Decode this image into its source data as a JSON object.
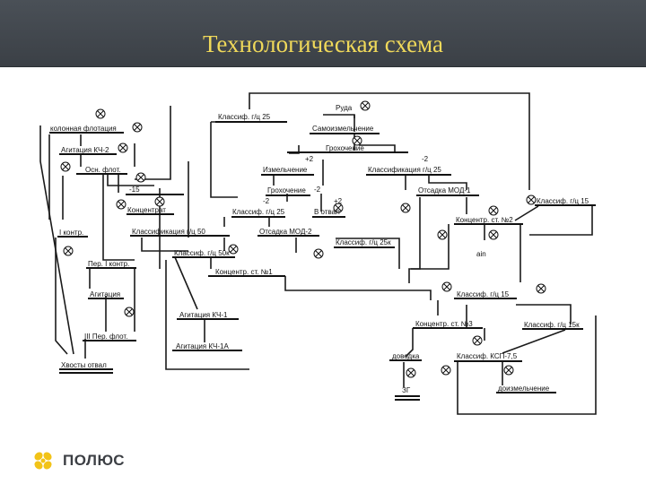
{
  "slide": {
    "title": "Технологическая схема"
  },
  "logo": {
    "text": "ПОЛЮС",
    "color": "#f2c318"
  },
  "diagram": {
    "nodes": {
      "ruda": "Руда",
      "klassif_25_top": "Классиф. г/ц 25",
      "samoizm": "Самоизмельчение",
      "grokhochenie_top": "Грохочение",
      "izmelchenie": "Измельчение",
      "klassif_25_right": "Классификация г/ц 25",
      "grokhochenie_mid": "Грохочение",
      "v_otval": "В отвал",
      "klassif_25_mid": "Классиф. г/ц 25",
      "otsadka_mod1": "Отсадка МОД-1",
      "klassif_15_right": "Классиф. г/ц 15",
      "kontsentr_st2": "Концентр. ст. №2",
      "klassif_50": "Классификация г/ц 50",
      "otsadka_mod2": "Отсадка МОД-2",
      "klassif_25k": "Классиф. г/ц 25к",
      "klassif_50k": "Классиф. г/ц 50к",
      "kontsentr_st1": "Концентр. ст. №1",
      "klassif_15_mid": "Классиф. г/ц 15",
      "agitatsiya_kch1": "Агитация КЧ-1",
      "agitatsiya_kch1a": "Агитация КЧ-1А",
      "kontsentr_st3": "Концентр. ст. №3",
      "klassif_15k": "Классиф. г/ц 15к",
      "dovodka": "доводка",
      "klassif_ksp": "Классиф. КСП-7,5",
      "doizmelchenie": "доизмельчение",
      "kolonnaya": "колонная флотация",
      "agitatsiya_kch2": "Агитация КЧ-2",
      "osn_flot": "Осн. флот.",
      "i_kontr": "I контр.",
      "kontsentrat": "Концентрат",
      "per_i_kontr": "Пер. I контр.",
      "agitatsiya": "Агитация",
      "iii_per_flot": "III Пер. флот.",
      "khvosty_otval": "Хвосты отвал"
    },
    "marks": {
      "plus2_a": "+2",
      "minus2_a": "-2",
      "minus2_b": "-2",
      "plus2_b": "+2",
      "minus2_c": "-2",
      "label_15": "-15",
      "label_zg": "ЗГ",
      "label_ain": "ain"
    }
  }
}
